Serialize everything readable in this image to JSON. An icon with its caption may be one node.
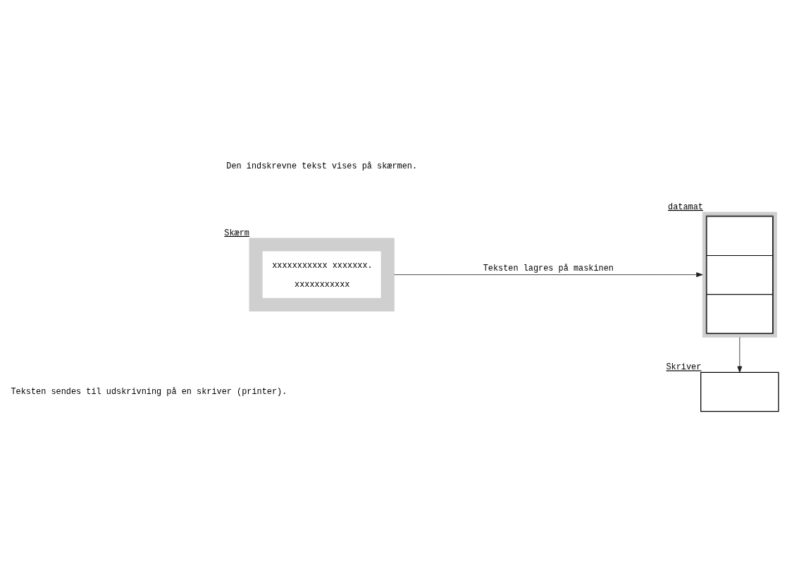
{
  "diagram": {
    "nodes": [
      {
        "text": [
          "xxxxxxxxxxx xxxxxxx.",
          "xxxxxxxxxxx"
        ],
        "beside": [
          "Skærm"
        ]
      },
      {
        "text": [],
        "shape": "box",
        "beside": [
          "datamat"
        ]
      },
      {
        "text": [],
        "shape": "box",
        "beside": [
          "Skriver"
        ]
      }
    ],
    "edges": [
      {
        "from": 0,
        "to": 1,
        "arrow": "to",
        "label": "Teksten lagres på maskinen"
      },
      {
        "from": 1,
        "to": 2,
        "arrow": "to"
      }
    ],
    "labels": [
      "Den indskrevne tekst vises på skærmen.",
      "Teksten sendes til udskrivning på en skriver (printer)."
    ]
  }
}
